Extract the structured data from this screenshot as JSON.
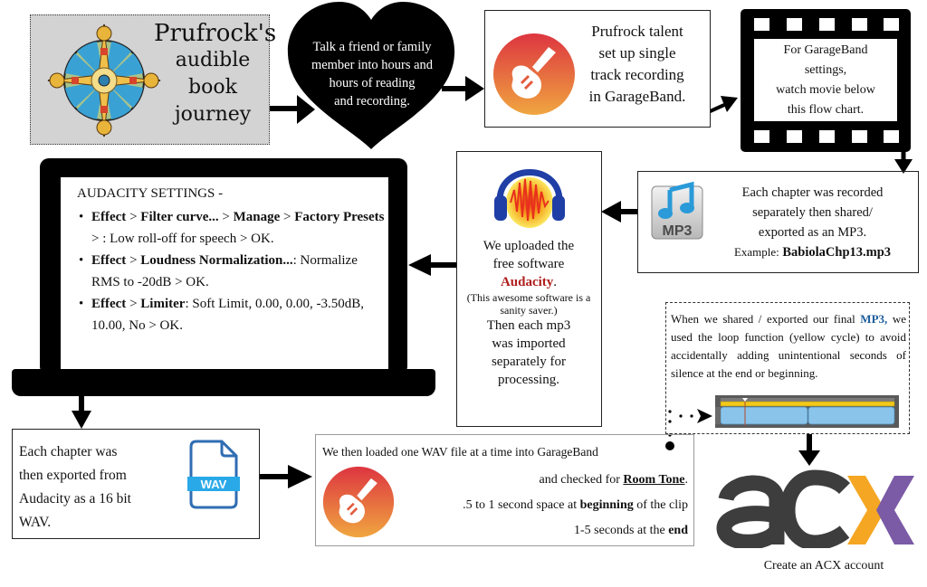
{
  "diagram": {
    "title": {
      "line1": "Prufrock's",
      "line2": "audible",
      "line3": "book",
      "line4": "journey",
      "emblem_icon": "stained-glass-compass-rose"
    },
    "heart": {
      "text_lines": [
        "Talk a friend or family",
        "member into hours and",
        "hours of reading",
        "and recording."
      ]
    },
    "garageband_setup": {
      "icon": "garageband-guitar-icon",
      "text_lines": [
        "Prufrock talent",
        "set up single",
        "track recording",
        "in GarageBand."
      ]
    },
    "film_note": {
      "icon": "film-strip",
      "text_lines": [
        "For GarageBand",
        "settings,",
        "watch movie below",
        "this flow chart."
      ]
    },
    "mp3_step": {
      "icon": "mp3-file-icon",
      "icon_label": "MP3",
      "text_lines": [
        "Each chapter was recorded",
        "separately then shared/",
        "exported as an MP3."
      ],
      "example_label": "Example:",
      "example_file": "BabiolaChp13.mp3"
    },
    "audacity_step": {
      "icon": "audacity-headphones-icon",
      "line1": "We uploaded the",
      "line2": "free software",
      "app_name": "Audacity",
      "app_suffix": ".",
      "aside": "(This awesome software is a sanity saver.)",
      "line3": "Then each mp3",
      "line4": "was imported",
      "line5": "separately for",
      "line6": "processing."
    },
    "audacity_settings": {
      "heading": "AUDACITY SETTINGS -",
      "items": [
        {
          "parts": [
            {
              "text": "Effect",
              "bold": true
            },
            {
              "text": " > ",
              "bold": false
            },
            {
              "text": "Filter curve...",
              "bold": true
            },
            {
              "text": " > ",
              "bold": false
            },
            {
              "text": "Manage",
              "bold": true
            },
            {
              "text": " > ",
              "bold": false
            },
            {
              "text": "Factory Presets",
              "bold": true
            },
            {
              "text": " > : Low roll-off for speech > OK.",
              "bold": false
            }
          ]
        },
        {
          "parts": [
            {
              "text": "Effect",
              "bold": true
            },
            {
              "text": " > ",
              "bold": false
            },
            {
              "text": "Loudness Normalization...",
              "bold": true
            },
            {
              "text": ": Normalize RMS to -20dB > OK.",
              "bold": false
            }
          ]
        },
        {
          "parts": [
            {
              "text": "Effect",
              "bold": true
            },
            {
              "text": " > ",
              "bold": false
            },
            {
              "text": "Limiter",
              "bold": true
            },
            {
              "text": ": Soft Limit, 0.00, 0.00, -3.50dB, 10.00, No > OK.",
              "bold": false
            }
          ]
        }
      ]
    },
    "loop_note": {
      "text_before": "When we shared / exported our final ",
      "highlight": "MP3,",
      "text_after": " we used the loop function (yellow cycle) to avoid accidentally adding unintentional seconds of silence at the end or beginning.",
      "screenshot": "garageband-timeline-cycle-region"
    },
    "wav_step": {
      "text_lines": [
        "Each chapter was",
        "then exported from",
        "Audacity as a 16 bit",
        "WAV."
      ],
      "icon": "wav-file-icon",
      "icon_label": "WAV"
    },
    "room_tone_step": {
      "line1": "We then loaded one WAV file at a time into GarageBand",
      "line2_before": "and checked for ",
      "line2_emph": "Room Tone",
      "line2_after": ".",
      "line3_before": ".5 to 1 second space at ",
      "line3_emph": "beginning",
      "line3_after": " of the clip",
      "line4_before": "1-5 seconds at the ",
      "line4_emph": "end"
    },
    "acx": {
      "logo_letters": [
        "a",
        "c",
        "x"
      ],
      "caption": "Create an ACX account"
    },
    "colors": {
      "title_bg": "#d3d3d3",
      "audacity_red": "#b01e1e",
      "mp3_blue": "#1d5d9b",
      "acx_gray": "#3d3d3d",
      "acx_orange": "#f5a623",
      "acx_purple": "#7b5aa6",
      "wav_blue": "#2f6db3",
      "wav_band": "#29a9e8"
    }
  }
}
